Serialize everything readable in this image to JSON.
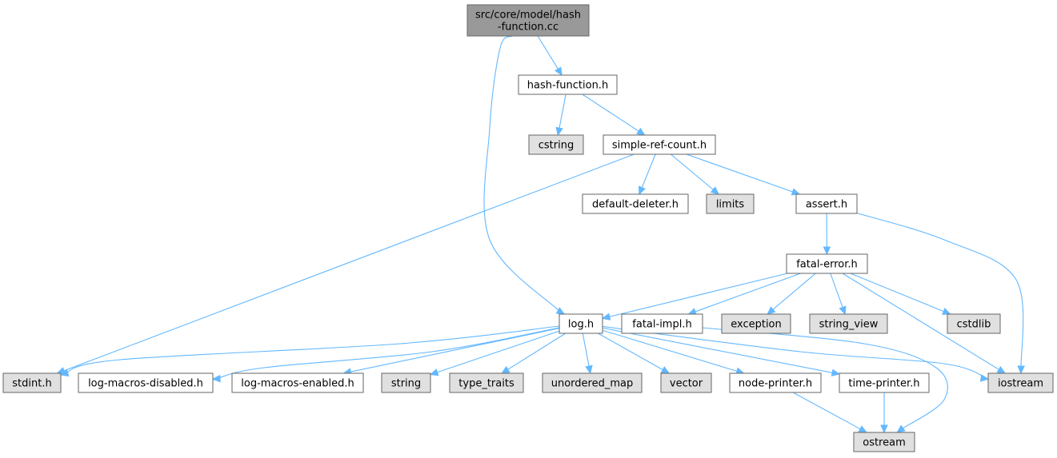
{
  "colors": {
    "root_fill": "#999999",
    "header_fill": "#ffffff",
    "system_fill": "#e0e0e0",
    "edge": "#63b8ff"
  },
  "nodes": [
    {
      "id": "root",
      "kind": "root",
      "lines": [
        "src/core/model/hash",
        "-function.cc"
      ]
    },
    {
      "id": "hash_function_h",
      "kind": "header",
      "lines": [
        "hash-function.h"
      ]
    },
    {
      "id": "cstring",
      "kind": "system",
      "lines": [
        "cstring"
      ]
    },
    {
      "id": "simple_ref_count_h",
      "kind": "header",
      "lines": [
        "simple-ref-count.h"
      ]
    },
    {
      "id": "default_deleter_h",
      "kind": "header",
      "lines": [
        "default-deleter.h"
      ]
    },
    {
      "id": "limits",
      "kind": "system",
      "lines": [
        "limits"
      ]
    },
    {
      "id": "assert_h",
      "kind": "header",
      "lines": [
        "assert.h"
      ]
    },
    {
      "id": "fatal_error_h",
      "kind": "header",
      "lines": [
        "fatal-error.h"
      ]
    },
    {
      "id": "log_h",
      "kind": "header",
      "lines": [
        "log.h"
      ]
    },
    {
      "id": "fatal_impl_h",
      "kind": "header",
      "lines": [
        "fatal-impl.h"
      ]
    },
    {
      "id": "exception",
      "kind": "system",
      "lines": [
        "exception"
      ]
    },
    {
      "id": "string_view",
      "kind": "system",
      "lines": [
        "string_view"
      ]
    },
    {
      "id": "cstdlib",
      "kind": "system",
      "lines": [
        "cstdlib"
      ]
    },
    {
      "id": "stdint_h",
      "kind": "system",
      "lines": [
        "stdint.h"
      ]
    },
    {
      "id": "log_macros_disabled_h",
      "kind": "header",
      "lines": [
        "log-macros-disabled.h"
      ]
    },
    {
      "id": "log_macros_enabled_h",
      "kind": "header",
      "lines": [
        "log-macros-enabled.h"
      ]
    },
    {
      "id": "string",
      "kind": "system",
      "lines": [
        "string"
      ]
    },
    {
      "id": "type_traits",
      "kind": "system",
      "lines": [
        "type_traits"
      ]
    },
    {
      "id": "unordered_map",
      "kind": "system",
      "lines": [
        "unordered_map"
      ]
    },
    {
      "id": "vector",
      "kind": "system",
      "lines": [
        "vector"
      ]
    },
    {
      "id": "node_printer_h",
      "kind": "header",
      "lines": [
        "node-printer.h"
      ]
    },
    {
      "id": "time_printer_h",
      "kind": "header",
      "lines": [
        "time-printer.h"
      ]
    },
    {
      "id": "iostream",
      "kind": "system",
      "lines": [
        "iostream"
      ]
    },
    {
      "id": "ostream",
      "kind": "system",
      "lines": [
        "ostream"
      ]
    }
  ],
  "edges": [
    {
      "from": "root",
      "to": "hash_function_h"
    },
    {
      "from": "root",
      "to": "log_h"
    },
    {
      "from": "hash_function_h",
      "to": "cstring"
    },
    {
      "from": "hash_function_h",
      "to": "simple_ref_count_h"
    },
    {
      "from": "simple_ref_count_h",
      "to": "default_deleter_h"
    },
    {
      "from": "simple_ref_count_h",
      "to": "limits"
    },
    {
      "from": "simple_ref_count_h",
      "to": "assert_h"
    },
    {
      "from": "simple_ref_count_h",
      "to": "stdint_h"
    },
    {
      "from": "assert_h",
      "to": "fatal_error_h"
    },
    {
      "from": "assert_h",
      "to": "iostream"
    },
    {
      "from": "fatal_error_h",
      "to": "log_h"
    },
    {
      "from": "fatal_error_h",
      "to": "fatal_impl_h"
    },
    {
      "from": "fatal_error_h",
      "to": "exception"
    },
    {
      "from": "fatal_error_h",
      "to": "string_view"
    },
    {
      "from": "fatal_error_h",
      "to": "cstdlib"
    },
    {
      "from": "fatal_error_h",
      "to": "iostream"
    },
    {
      "from": "fatal_impl_h",
      "to": "ostream"
    },
    {
      "from": "log_h",
      "to": "stdint_h"
    },
    {
      "from": "log_h",
      "to": "log_macros_disabled_h"
    },
    {
      "from": "log_h",
      "to": "log_macros_enabled_h"
    },
    {
      "from": "log_h",
      "to": "string"
    },
    {
      "from": "log_h",
      "to": "type_traits"
    },
    {
      "from": "log_h",
      "to": "unordered_map"
    },
    {
      "from": "log_h",
      "to": "vector"
    },
    {
      "from": "log_h",
      "to": "node_printer_h"
    },
    {
      "from": "log_h",
      "to": "time_printer_h"
    },
    {
      "from": "log_h",
      "to": "iostream"
    },
    {
      "from": "node_printer_h",
      "to": "ostream"
    },
    {
      "from": "time_printer_h",
      "to": "ostream"
    }
  ]
}
